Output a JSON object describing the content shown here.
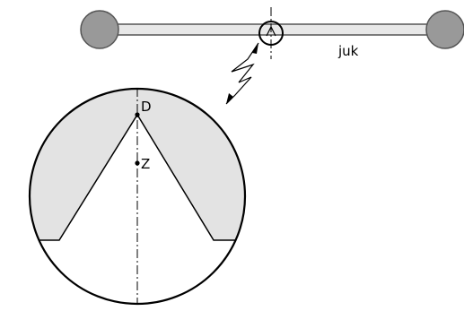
{
  "labels": {
    "beam": "juk",
    "point_top": "D",
    "point_center": "Z"
  },
  "colors": {
    "ink": "#000000",
    "ball_fill": "#999999",
    "ball_stroke": "#555555",
    "rod_fill": "#e8e8e8",
    "rod_stroke": "#555555",
    "detail_fill": "#e3e3e3",
    "background": "#ffffff"
  }
}
